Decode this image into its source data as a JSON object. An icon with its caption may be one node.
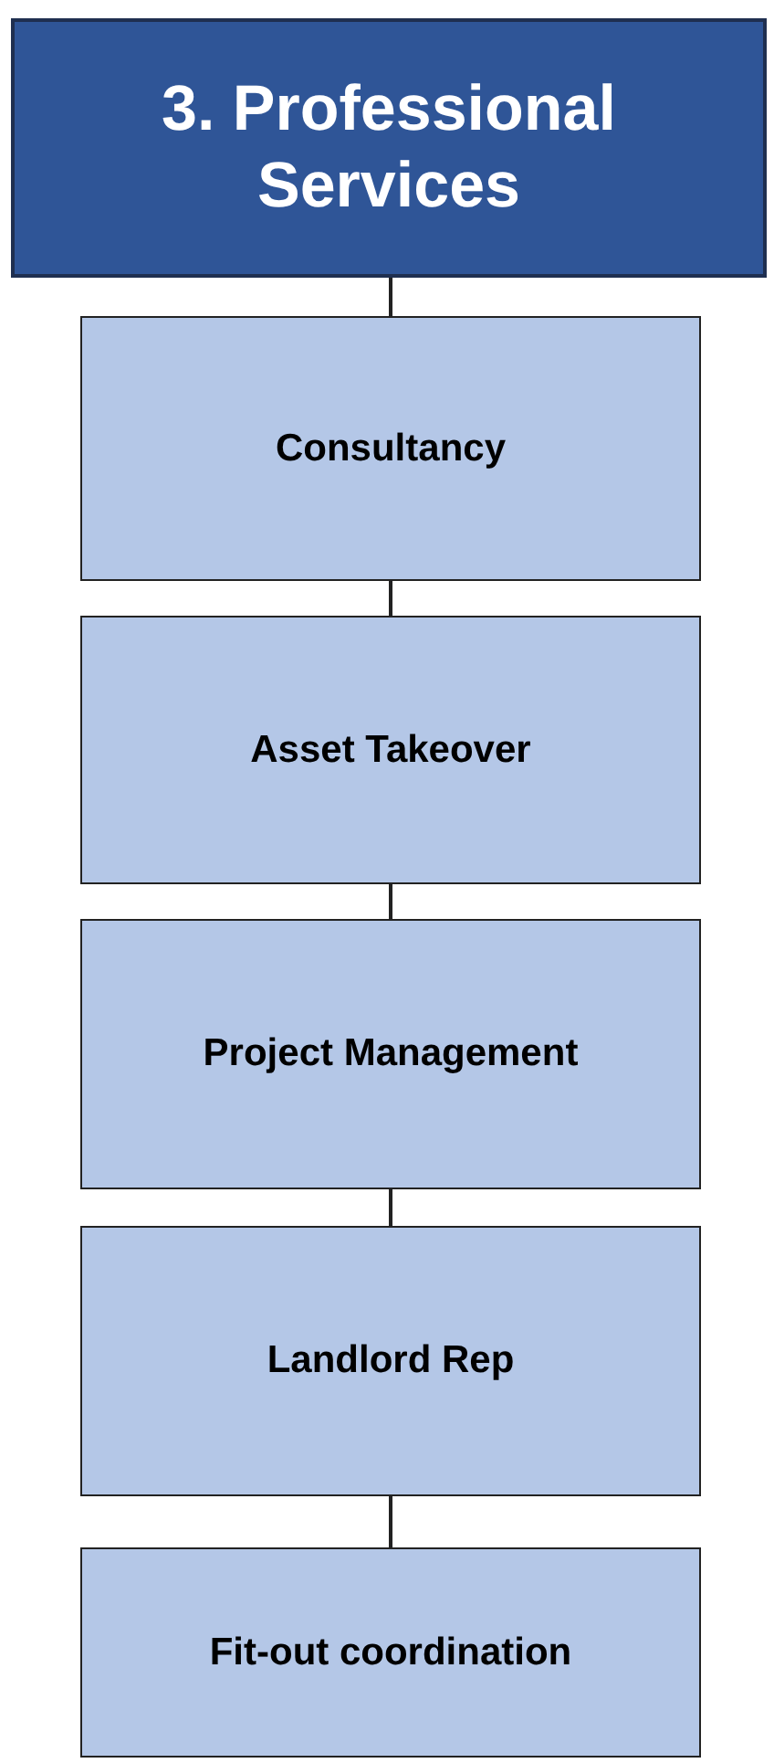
{
  "diagram": {
    "nodes": [
      {
        "text": [
          "3. Professional Services"
        ]
      },
      {
        "text": [
          "Consultancy"
        ]
      },
      {
        "text": [
          "Asset Takeover"
        ]
      },
      {
        "text": [
          "Project Management"
        ]
      },
      {
        "text": [
          "Landlord Rep"
        ]
      },
      {
        "text": [
          "Fit-out coordination"
        ]
      }
    ],
    "edges": [
      {
        "from": 0,
        "to": 1,
        "arrow": "none"
      },
      {
        "from": 1,
        "to": 2,
        "arrow": "none"
      },
      {
        "from": 2,
        "to": 3,
        "arrow": "none"
      },
      {
        "from": 3,
        "to": 4,
        "arrow": "none"
      },
      {
        "from": 4,
        "to": 5,
        "arrow": "none"
      }
    ]
  }
}
